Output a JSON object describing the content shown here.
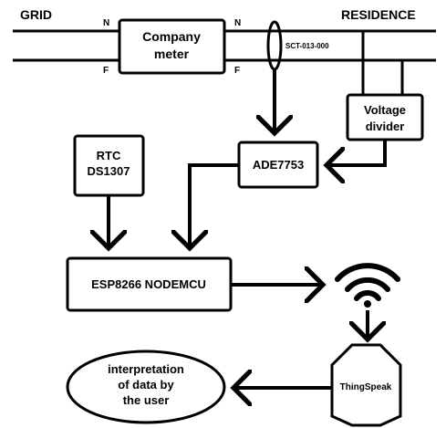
{
  "labels": {
    "grid": "GRID",
    "residence": "RESIDENCE",
    "n_left": "N",
    "f_left": "F",
    "n_right": "N",
    "f_right": "F",
    "sensor": "SCT-013-000"
  },
  "blocks": {
    "company_meter": [
      "Company",
      "meter"
    ],
    "voltage_divider": [
      "Voltage",
      "divider"
    ],
    "ade": "ADE7753",
    "rtc": [
      "RTC",
      "DS1307"
    ],
    "esp": "ESP8266 NODEMCU",
    "thingspeak": "ThingSpeak",
    "user": [
      "interpretation",
      "of data by",
      "the user"
    ]
  },
  "icons": {
    "wifi": "wifi-icon"
  }
}
